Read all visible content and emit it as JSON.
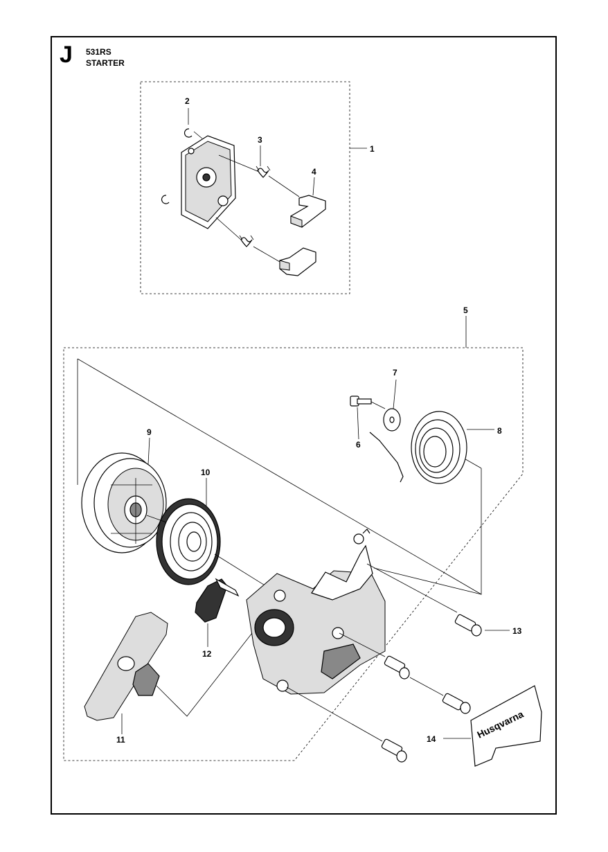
{
  "header": {
    "section_letter": "J",
    "model": "531RS",
    "title": "STARTER"
  },
  "callouts": [
    "1",
    "2",
    "3",
    "4",
    "5",
    "6",
    "7",
    "8",
    "9",
    "10",
    "11",
    "12",
    "13",
    "14"
  ],
  "logo_text": "Husqvarna"
}
